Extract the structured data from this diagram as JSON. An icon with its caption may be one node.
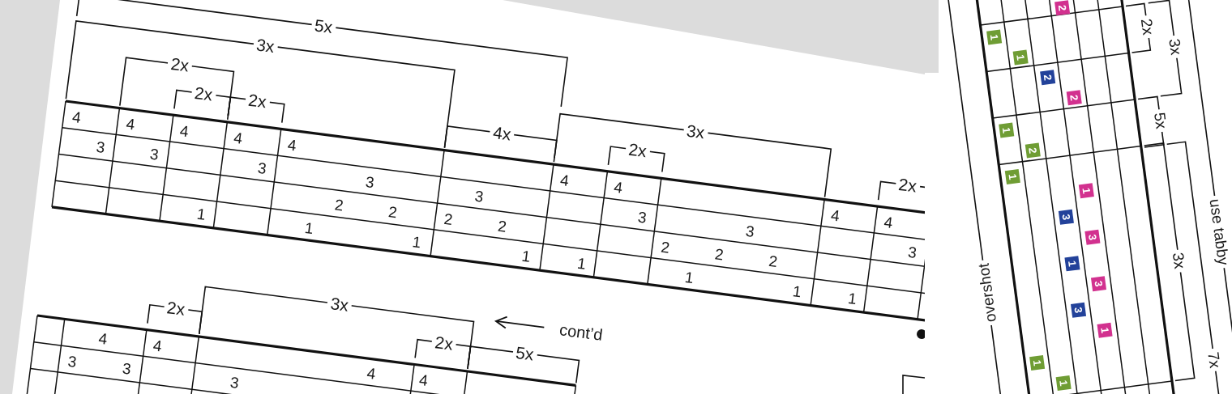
{
  "diagram": {
    "labels": [
      "5x",
      "3x",
      "2x",
      "2x",
      "2x",
      "4x",
      "3x",
      "2x",
      "2x",
      "4",
      "4",
      "4",
      "4",
      "4",
      "4",
      "4",
      "4",
      "4",
      "3",
      "3",
      "3",
      "3",
      "3",
      "3",
      "3",
      "3",
      "2",
      "2",
      "2",
      "2",
      "2",
      "2",
      "2",
      "1",
      "1",
      "1",
      "1",
      "1",
      "1",
      "1",
      "1",
      "2x",
      "3x",
      "2x",
      "5x",
      "cont’d",
      "4",
      "4",
      "4",
      "4",
      "3",
      "3",
      "3",
      "2x",
      "3x",
      "5x",
      "3x",
      "7x",
      "use tabby",
      "overshot",
      "2",
      "1",
      "1",
      "2",
      "2",
      "1",
      "2",
      "1",
      "1",
      "3",
      "3",
      "1",
      "3",
      "3",
      "1",
      "1",
      "1"
    ]
  }
}
